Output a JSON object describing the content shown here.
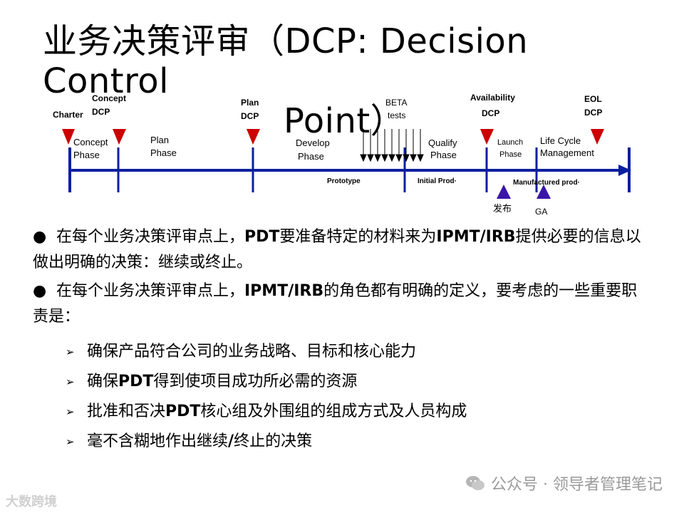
{
  "title": {
    "line1": "业务决策评审（DCP: Decision Control",
    "line2": "Point）"
  },
  "timeline": {
    "milestones_top": [
      {
        "text": "Charter"
      },
      {
        "text": "Concept"
      },
      {
        "text": "DCP"
      },
      {
        "text": "Plan"
      },
      {
        "text": "DCP"
      },
      {
        "text": "BETA"
      },
      {
        "text": "tests"
      },
      {
        "text": "Availability"
      },
      {
        "text": "DCP"
      },
      {
        "text": "EOL"
      },
      {
        "text": "DCP"
      }
    ],
    "phases": [
      {
        "line1": "Concept",
        "line2": "Phase"
      },
      {
        "line1": "Plan",
        "line2": "Phase"
      },
      {
        "line1": "Develop",
        "line2": "Phase"
      },
      {
        "line1": "Qualify",
        "line2": "Phase"
      },
      {
        "line1": "Launch",
        "line2": "Phase"
      },
      {
        "line1": "Life Cycle",
        "line2": "Management"
      }
    ],
    "below_labels": [
      "Prototype",
      "Initial Prod·",
      "Manufactured prod·"
    ],
    "markers": [
      "发布",
      "GA"
    ]
  },
  "bullets": [
    {
      "dot": "●",
      "pre": " 在每个业务决策评审点上，",
      "bold": "PDT",
      "mid": "要准备特定的材料来为",
      "bold2": "IPMT/IRB",
      "post": "提供必要的信息以做出明确的决策：继续或终止。"
    },
    {
      "dot": "●",
      "pre": " 在每个业务决策评审点上，",
      "bold": "IPMT/IRB",
      "mid": "的角色都有明确的定义，要考虑的一些重要职责是：",
      "bold2": "",
      "post": ""
    }
  ],
  "sub_items": [
    {
      "pre": "确保产品符合公司的业务战略、目标和核心能力",
      "bold": "",
      "post": ""
    },
    {
      "pre": "确保",
      "bold": "PDT",
      "post": "得到使项目成功所必需的资源"
    },
    {
      "pre": "批准和否决",
      "bold": "PDT",
      "post": "核心组及外围组的组成方式及人员构成"
    },
    {
      "pre": "毫不含糊地作出继续",
      "bold": "/",
      "post": "终止的决策"
    }
  ],
  "sub_arrow": "➢",
  "watermark": "公众号 · 领导者管理笔记",
  "watermark2": "大数跨境",
  "colors": {
    "timeline": "#0a1f9e",
    "triangle_red": "#cc0000",
    "triangle_purple": "#3a16a8"
  }
}
